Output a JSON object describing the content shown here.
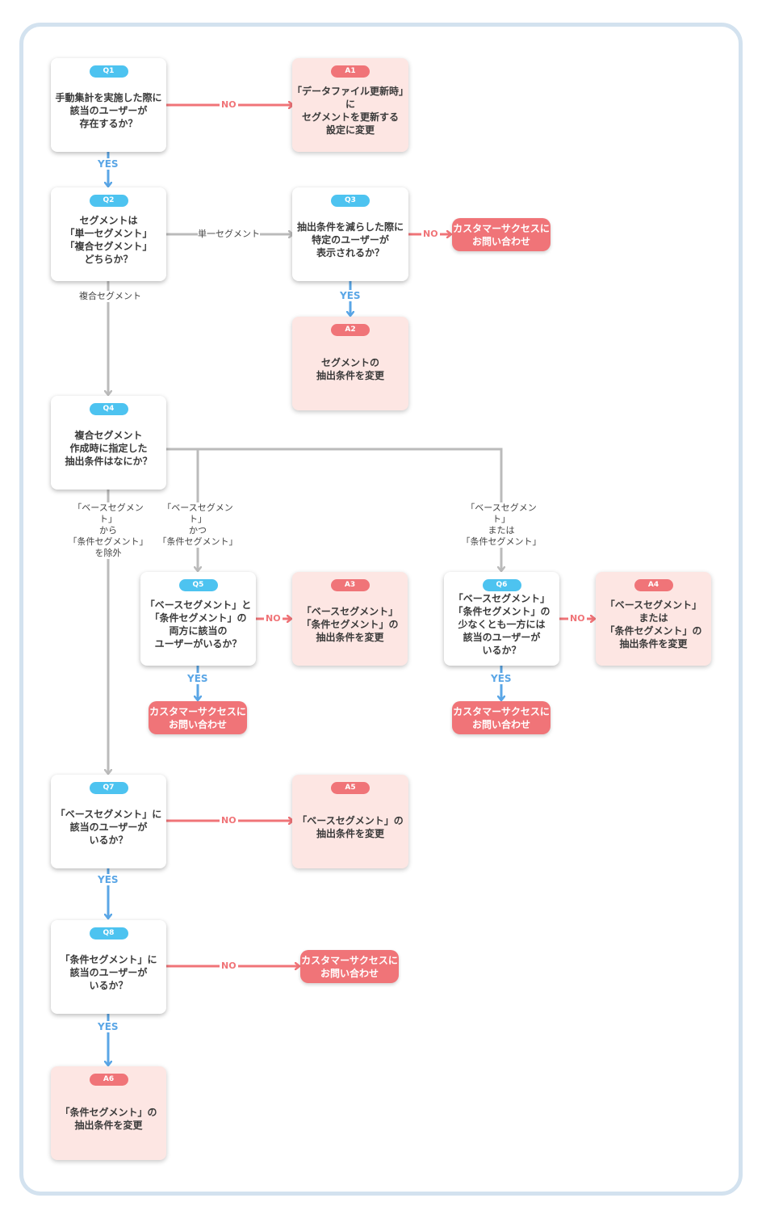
{
  "nodes": {
    "q1": {
      "badge": "Q1",
      "text": "手動集計を実施した際に\n該当のユーザーが\n存在するか？"
    },
    "a1": {
      "badge": "A1",
      "text": "「データファイル更新時」に\nセグメントを更新する\n設定に変更"
    },
    "q2": {
      "badge": "Q2",
      "text": "セグメントは\n「単一セグメント」\n「複合セグメント」\nどちらか？"
    },
    "q3": {
      "badge": "Q3",
      "text": "抽出条件を減らした際に\n特定のユーザーが\n表示されるか？"
    },
    "a2": {
      "badge": "A2",
      "text": "セグメントの\n抽出条件を変更"
    },
    "q4": {
      "badge": "Q4",
      "text": "複合セグメント\n作成時に指定した\n抽出条件はなにか？"
    },
    "q5": {
      "badge": "Q5",
      "text": "「ベースセグメント」と\n「条件セグメント」の\n両方に該当の\nユーザーがいるか？"
    },
    "a3": {
      "badge": "A3",
      "text": "「ベースセグメント」\n「条件セグメント」の\n抽出条件を変更"
    },
    "q6": {
      "badge": "Q6",
      "text": "「ベースセグメント」\n「条件セグメント」の\n少なくとも一方には\n該当のユーザーが\nいるか？"
    },
    "a4": {
      "badge": "A4",
      "text": "「ベースセグメント」\nまたは\n「条件セグメント」の\n抽出条件を変更"
    },
    "q7": {
      "badge": "Q7",
      "text": "「ベースセグメント」に\n該当のユーザーが\nいるか？"
    },
    "a5": {
      "badge": "A5",
      "text": "「ベースセグメント」の\n抽出条件を変更"
    },
    "q8": {
      "badge": "Q8",
      "text": "「条件セグメント」に\n該当のユーザーが\nいるか？"
    },
    "a6": {
      "badge": "A6",
      "text": "「条件セグメント」の\n抽出条件を変更"
    }
  },
  "contact": {
    "c1": "カスタマーサクセスに\nお問い合わせ",
    "c2": "カスタマーサクセスに\nお問い合わせ",
    "c3": "カスタマーサクセスに\nお問い合わせ",
    "c4": "カスタマーサクセスに\nお問い合わせ"
  },
  "labels": {
    "no": "NO",
    "yes": "YES",
    "single": "単一セグメント",
    "compound": "複合セグメント",
    "exclude": "「ベースセグメント」\nから\n「条件セグメント」\nを除外",
    "and": "「ベースセグメント」\nかつ\n「条件セグメント」",
    "or": "「ベースセグメント」\nまたは\n「条件セグメント」"
  },
  "colors": {
    "yes": "#5aa6e6",
    "no": "#f07478",
    "branch": "#bbbbbb",
    "question_badge": "#4dc3f0",
    "answer_badge": "#f07478",
    "answer_bg": "#fde6e3",
    "frame": "#d3e2ef"
  }
}
